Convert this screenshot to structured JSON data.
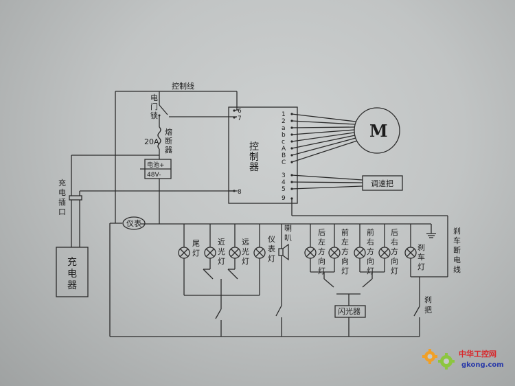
{
  "labels": {
    "control_line": "控制线",
    "door_lock": "电门锁",
    "fuse_rating": "20A",
    "fuse": "熔断器",
    "battery_line1": "电池+",
    "battery_line2": "48V-",
    "controller": "控制器",
    "motor": "M",
    "speed_handle": "调速把",
    "charge_port": "充电插口",
    "charger": "充电器",
    "meter": "仪表",
    "tail_light": "尾灯",
    "low_beam": "近光灯",
    "high_beam": "远光灯",
    "meter_light": "仪表灯",
    "horn": "喇叭",
    "rear_left_turn": "后左方向灯",
    "front_left_turn": "前左方向灯",
    "front_right_turn": "前右方向灯",
    "rear_right_turn": "后右方向灯",
    "brake_light": "刹车灯",
    "brake_cutoff": "刹车断电线",
    "flasher": "闪光器",
    "brake_handle": "刹把"
  },
  "controller_left_pins": [
    "6",
    "7",
    "8"
  ],
  "controller_right_pins": [
    "1",
    "2",
    "a",
    "b",
    "c",
    "A",
    "B",
    "C",
    "3",
    "4",
    "5",
    "9"
  ],
  "watermark": {
    "site_name": "中华工控网",
    "site_domain": "gkong.com"
  },
  "colors": {
    "ink": "#2b2b2b",
    "paper": "#c6c9c9",
    "watermark_red": "#d9262a",
    "watermark_blue": "#2a3aa8",
    "gear_orange": "#f0a028",
    "gear_green": "#8cc63f"
  }
}
